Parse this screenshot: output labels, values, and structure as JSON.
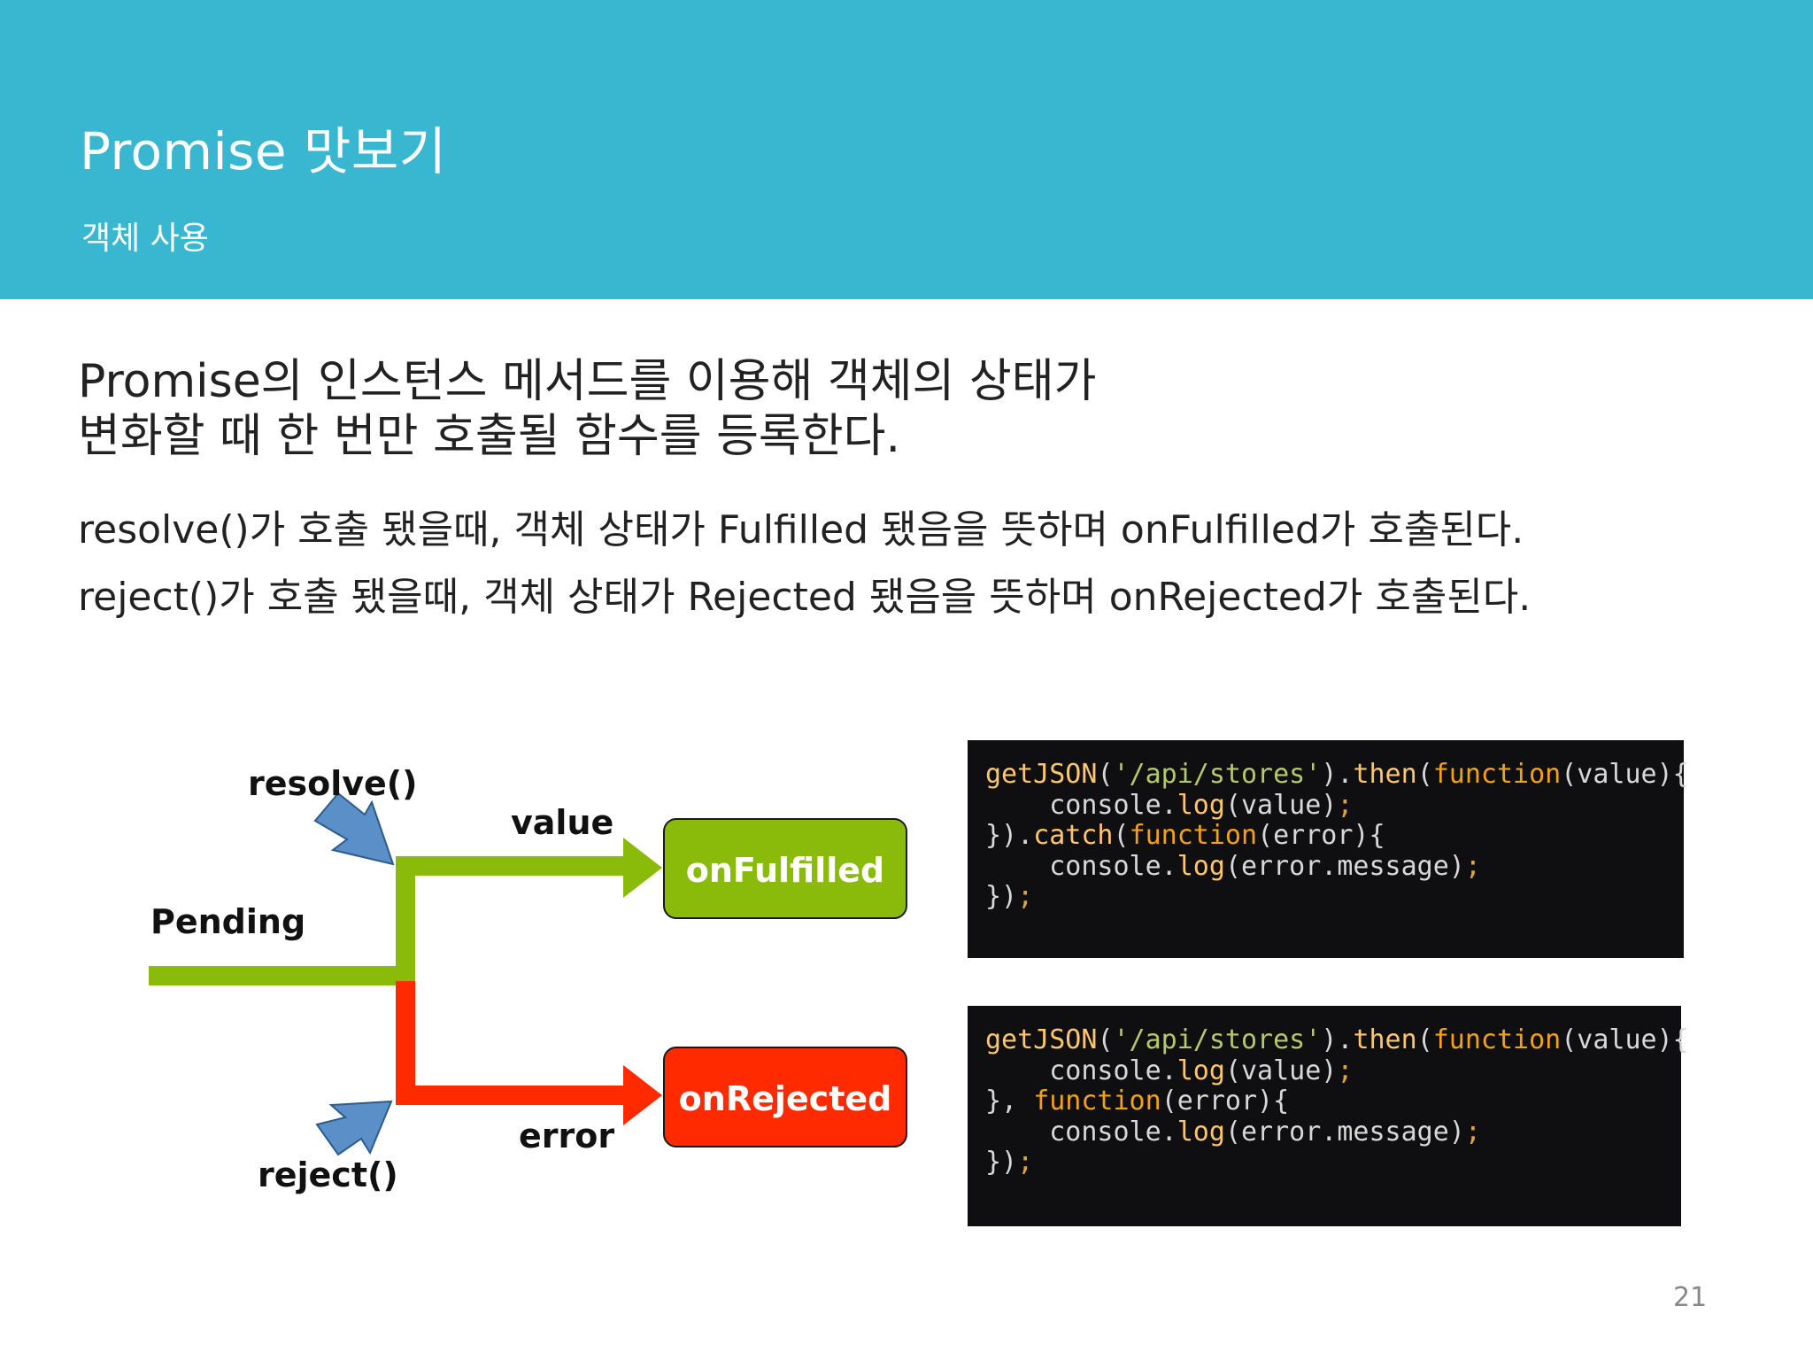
{
  "header": {
    "title": "Promise 맛보기",
    "subtitle": "객체 사용",
    "background_color": "#39b7d0"
  },
  "body": {
    "lead_line_1": "Promise의 인스턴스 메서드를 이용해 객체의 상태가",
    "lead_line_2": "변화할 때 한 번만 호출될 함수를 등록한다.",
    "bullet_1": "resolve()가 호출 됐을때, 객체 상태가 Fulfilled 됐음을 뜻하며 onFulfilled가 호출된다.",
    "bullet_2": "reject()가 호출 됐을때, 객체 상태가 Rejected 됐음을 뜻하며 onRejected가 호출된다."
  },
  "diagram": {
    "resolve_label": "resolve()",
    "reject_label": "reject()",
    "pending_label": "Pending",
    "value_label": "value",
    "error_label": "error",
    "fulfilled_box_label": "onFulfilled",
    "rejected_box_label": "onRejected",
    "colors": {
      "fulfilled": "#8aba0a",
      "rejected": "#ff2a00",
      "arrow_blue": "#5b8fc8"
    }
  },
  "code_block_1": [
    [
      {
        "t": "getJSON",
        "c": "fn"
      },
      {
        "t": "(",
        "c": "pl"
      },
      {
        "t": "'/api/stores'",
        "c": "str"
      },
      {
        "t": ").",
        "c": "pl"
      },
      {
        "t": "then",
        "c": "fn"
      },
      {
        "t": "(",
        "c": "pl"
      },
      {
        "t": "function",
        "c": "kw"
      },
      {
        "t": "(value){",
        "c": "pl"
      }
    ],
    [
      {
        "t": "    console.",
        "c": "pl"
      },
      {
        "t": "log",
        "c": "fn"
      },
      {
        "t": "(value)",
        "c": "pl"
      },
      {
        "t": ";",
        "c": "pc"
      }
    ],
    [
      {
        "t": "}).",
        "c": "pl"
      },
      {
        "t": "catch",
        "c": "fn"
      },
      {
        "t": "(",
        "c": "pl"
      },
      {
        "t": "function",
        "c": "kw"
      },
      {
        "t": "(error){",
        "c": "pl"
      }
    ],
    [
      {
        "t": "    console.",
        "c": "pl"
      },
      {
        "t": "log",
        "c": "fn"
      },
      {
        "t": "(error.message)",
        "c": "pl"
      },
      {
        "t": ";",
        "c": "pc"
      }
    ],
    [
      {
        "t": "})",
        "c": "pl"
      },
      {
        "t": ";",
        "c": "pc"
      }
    ]
  ],
  "code_block_2": [
    [
      {
        "t": "getJSON",
        "c": "fn"
      },
      {
        "t": "(",
        "c": "pl"
      },
      {
        "t": "'/api/stores'",
        "c": "str"
      },
      {
        "t": ").",
        "c": "pl"
      },
      {
        "t": "then",
        "c": "fn"
      },
      {
        "t": "(",
        "c": "pl"
      },
      {
        "t": "function",
        "c": "kw"
      },
      {
        "t": "(value){",
        "c": "pl"
      }
    ],
    [
      {
        "t": "    console.",
        "c": "pl"
      },
      {
        "t": "log",
        "c": "fn"
      },
      {
        "t": "(value)",
        "c": "pl"
      },
      {
        "t": ";",
        "c": "pc"
      }
    ],
    [
      {
        "t": "}, ",
        "c": "pl"
      },
      {
        "t": "function",
        "c": "kw"
      },
      {
        "t": "(error){",
        "c": "pl"
      }
    ],
    [
      {
        "t": "    console.",
        "c": "pl"
      },
      {
        "t": "log",
        "c": "fn"
      },
      {
        "t": "(error.message)",
        "c": "pl"
      },
      {
        "t": ";",
        "c": "pc"
      }
    ],
    [
      {
        "t": "})",
        "c": "pl"
      },
      {
        "t": ";",
        "c": "pc"
      }
    ]
  ],
  "page_number": "21"
}
